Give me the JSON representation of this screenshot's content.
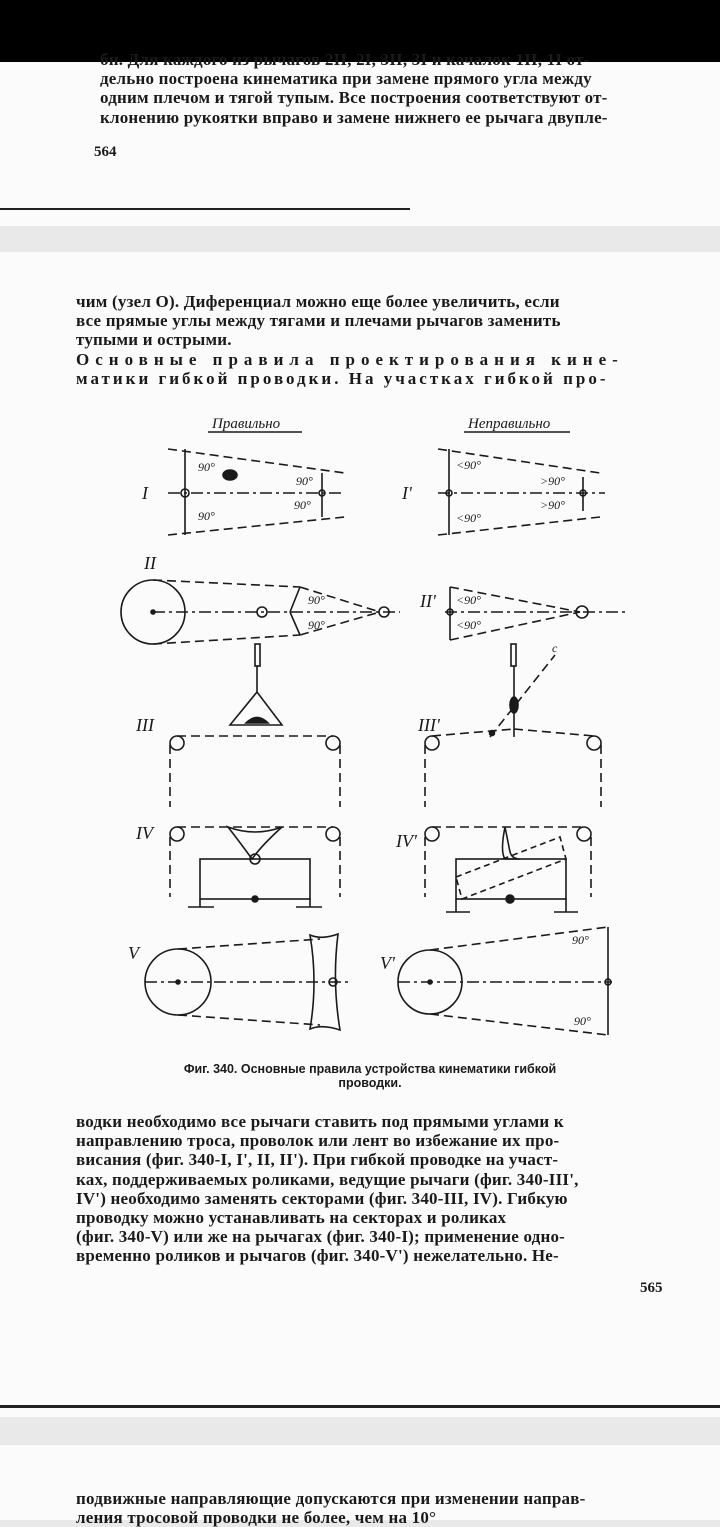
{
  "page1": {
    "lines": [
      "бн. Для каждого из рычагов 2II, 2I, 3II, 3I и качалок 1II, 1I от-",
      "дельно построена кинематика при замене прямого угла между",
      "одним плечом и тягой тупым. Все построения соответствуют от-",
      "клонению рукоятки вправо и замене нижнего ее рычага двупле-"
    ],
    "page_number": "564"
  },
  "page2": {
    "intro_lines": [
      "чим (узел O). Диференциал можно еще более увеличить, если",
      "все прямые углы между тягами и плечами рычагов заменить",
      "тупыми и острыми."
    ],
    "heading_lines": [
      "Основные правила проектирования кине-",
      "матики гибкой проводки. На участках гибкой про-"
    ],
    "figure": {
      "label_correct": "Правильно",
      "label_wrong": "Неправильно",
      "row_labels": [
        "I",
        "I'",
        "II",
        "II'",
        "III",
        "III'",
        "IV",
        "IV'",
        "V",
        "V'"
      ],
      "angle_90": "90°",
      "angle_gt90": ">90°",
      "angle_lt90": "<90°",
      "mark_c": "c"
    },
    "caption_lines": [
      "Фиг. 340. Основные правила устройства кинематики гибкой",
      "проводки."
    ],
    "body_lines": [
      "водки необходимо все рычаги ставить под прямыми углами к",
      "направлению троса, проволок или лент во избежание их про-",
      "висания (фиг. 340-I, I', II, II'). При гибкой проводке на участ-",
      "ках, поддерживаемых роликами, ведущие рычаги (фиг. 340-III',",
      "IV') необходимо заменять секторами (фиг. 340-III, IV). Гибкую",
      "проводку можно устанавливать на секторах и роликах",
      "(фиг. 340-V) или же на рычагах (фиг. 340-I); применение одно-",
      "временно роликов и рычагов (фиг. 340-V') нежелательно. Не-"
    ],
    "page_number": "565"
  },
  "page3": {
    "lines": [
      "подвижные направляющие допускаются при изменении направ-",
      "ления тросовой проводки не более, чем на 10°"
    ]
  }
}
